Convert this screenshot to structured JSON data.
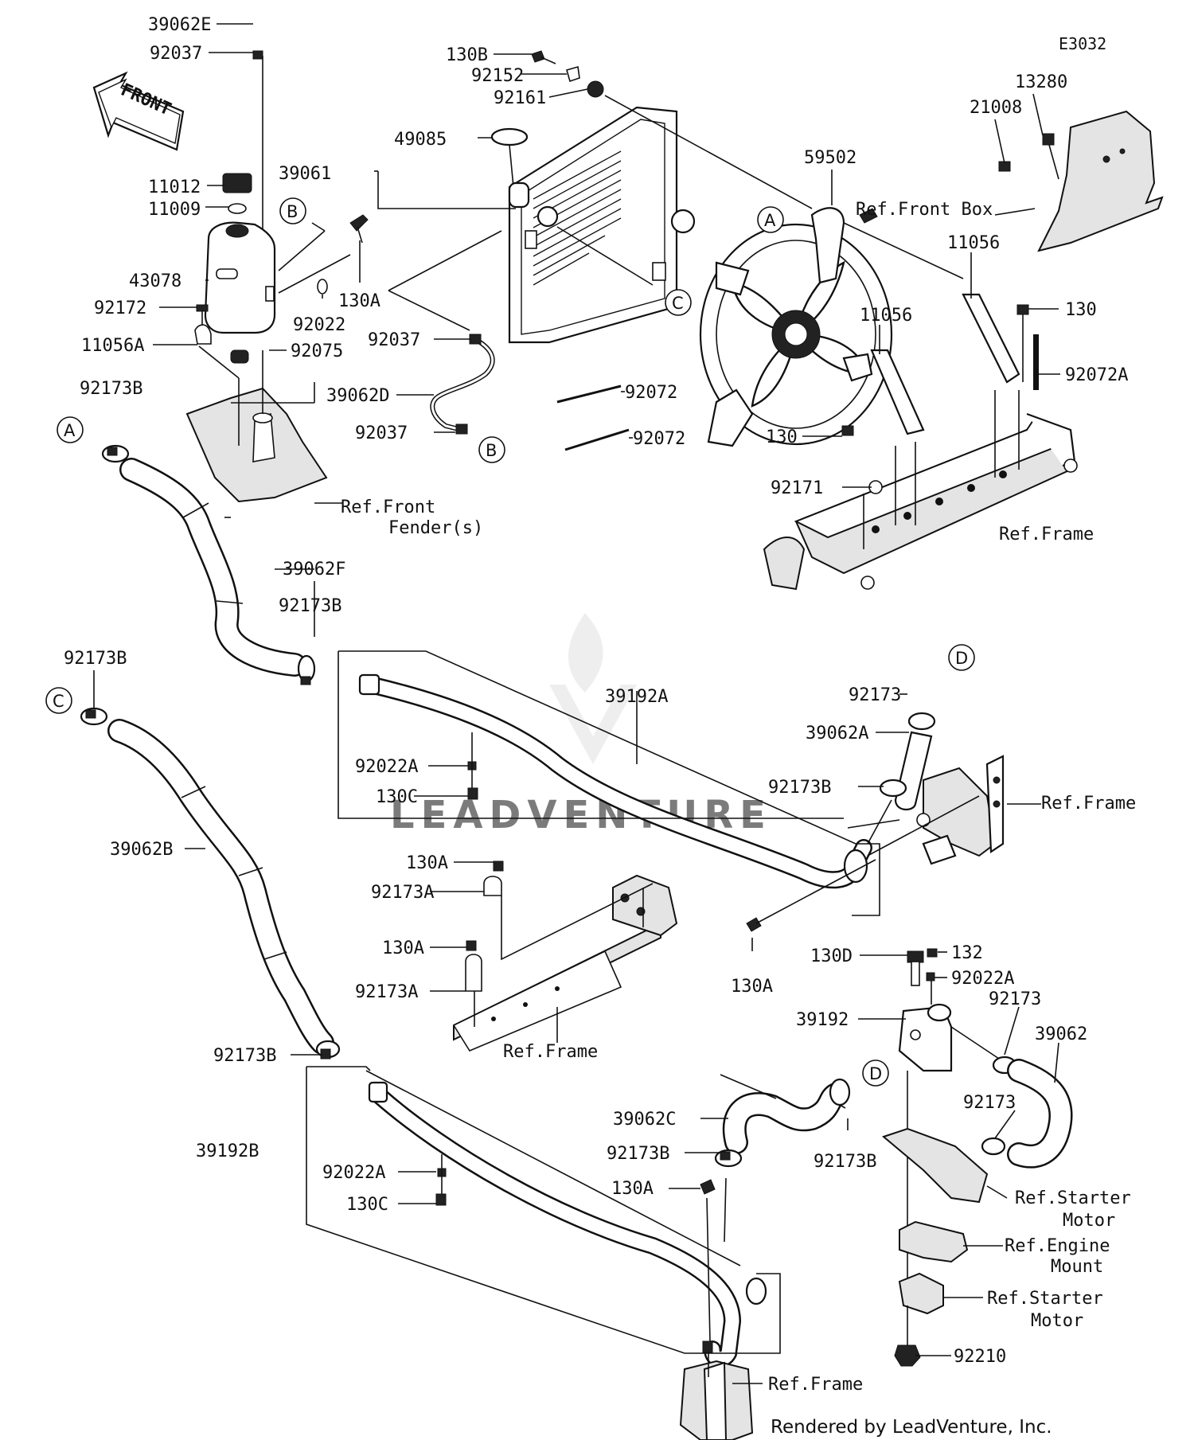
{
  "diagram_code": "E3032",
  "footer": "Rendered by LeadVenture, Inc.",
  "watermark": "LEADVENTURE",
  "front_arrow_text": "FRONT",
  "callouts": {
    "a1": "A",
    "a2": "A",
    "b1": "B",
    "b2": "B",
    "c1": "C",
    "c2": "C",
    "d1": "D",
    "d2": "D"
  },
  "parts": {
    "p39062E": "39062E",
    "p92037_top": "92037",
    "p11012": "11012",
    "p11009": "11009",
    "p43078": "43078",
    "p92172": "92172",
    "p11056A": "11056A",
    "p92022": "92022",
    "p130A_tank": "130A",
    "p92075": "92075",
    "p92173B_a": "92173B",
    "p130B": "130B",
    "p92152": "92152",
    "p92161": "92161",
    "p49085": "49085",
    "p39061": "39061",
    "p92037_mid": "92037",
    "p39062D": "39062D",
    "p92037_low": "92037",
    "p92072_1": "92072",
    "p92072_2": "92072",
    "p59502": "59502",
    "p13280": "13280",
    "p21008": "21008",
    "p11056_right": "11056",
    "p130_right": "130",
    "p11056_mid": "11056",
    "p92072A": "92072A",
    "p130_fan": "130",
    "p92171": "92171",
    "p39062F": "39062F",
    "p92173B_b": "92173B",
    "p92173B_c": "92173B",
    "p39192A": "39192A",
    "p92022A_a": "92022A",
    "p130C_a": "130C",
    "p92173_d": "92173",
    "p39062A": "39062A",
    "p92173B_d": "92173B",
    "p39062B": "39062B",
    "p130A_b": "130A",
    "p92173A_a": "92173A",
    "p130A_c": "130A",
    "p92173A_b": "92173A",
    "p130A_d": "130A",
    "p130D": "130D",
    "p132": "132",
    "p92022A_b": "92022A",
    "p39192": "39192",
    "p92173_e": "92173",
    "p39062": "39062",
    "p92173_f": "92173",
    "p92173B_e": "92173B",
    "p39062C": "39062C",
    "p92173B_f": "92173B",
    "p92173B_g": "92173B",
    "p39192B": "39192B",
    "p92022A_c": "92022A",
    "p130C_b": "130C",
    "p130A_e": "130A",
    "p92210": "92210"
  },
  "refs": {
    "front_box": "Ref.Front Box",
    "front_fender_1": "Ref.Front",
    "front_fender_2": "Fender(s)",
    "frame_1": "Ref.Frame",
    "frame_2": "Ref.Frame",
    "frame_3": "Ref.Frame",
    "frame_4": "Ref.Frame",
    "starter_motor_1a": "Ref.Starter",
    "starter_motor_1b": "Motor",
    "engine_mount_a": "Ref.Engine",
    "engine_mount_b": "Mount",
    "starter_motor_2a": "Ref.Starter",
    "starter_motor_2b": "Motor"
  }
}
